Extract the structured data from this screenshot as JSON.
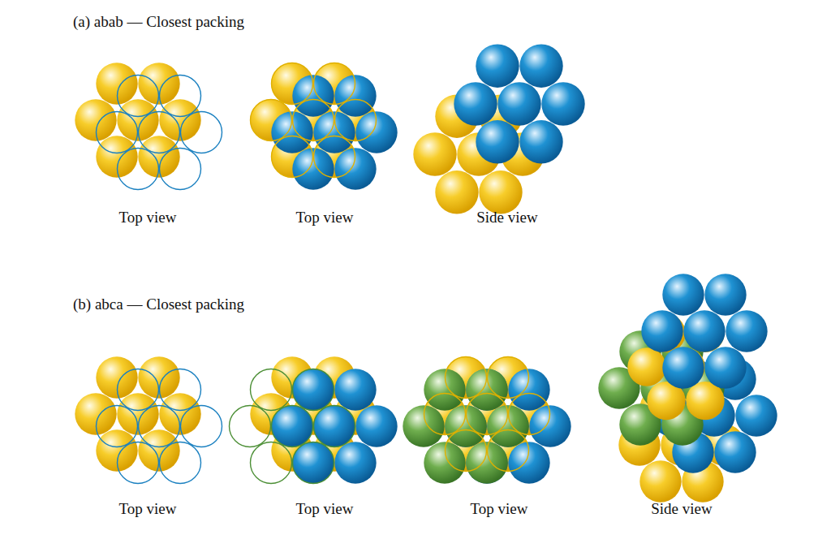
{
  "diagram": {
    "labels": [
      "(a) abab — Closest packing",
      "Top view",
      "Top view",
      "Side view",
      "(b) abca — Closest packing",
      "Top view",
      "Top view",
      "Top view",
      "Side view"
    ]
  }
}
